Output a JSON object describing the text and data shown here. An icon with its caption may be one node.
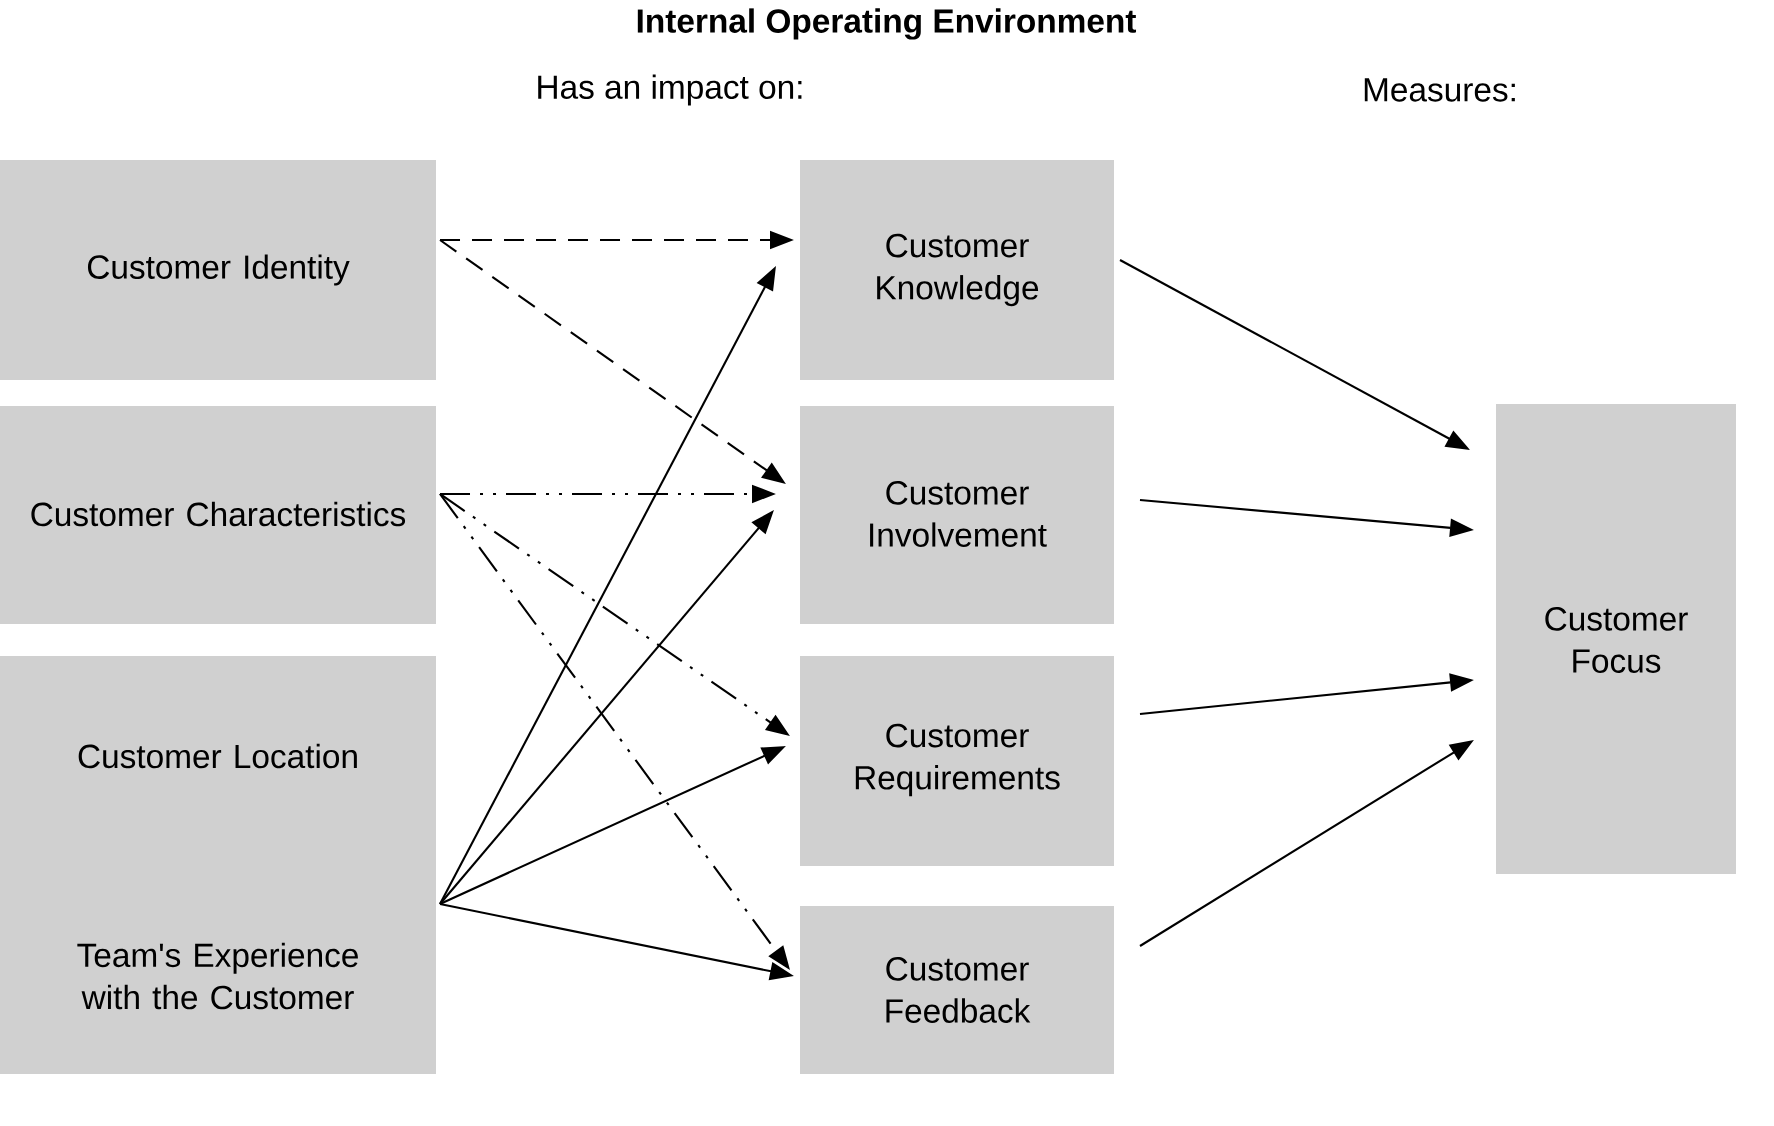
{
  "diagram": {
    "title": "Internal Operating Environment",
    "nodes": [
      {
        "text": [
          "Customer Identity"
        ]
      },
      {
        "text": [
          "Customer Characteristics"
        ]
      },
      {
        "text": [
          "Customer Location",
          "Team's Experience with the Customer"
        ]
      },
      {
        "text": [
          "Customer Knowledge"
        ]
      },
      {
        "text": [
          "Customer Involvement"
        ]
      },
      {
        "text": [
          "Customer Requirements"
        ]
      },
      {
        "text": [
          "Customer Feedback"
        ]
      },
      {
        "text": [
          "Customer Focus"
        ]
      }
    ],
    "edges": [
      {
        "from": 0,
        "to": 3,
        "arrow": "to",
        "style": "dashed"
      },
      {
        "from": 0,
        "to": 4,
        "arrow": "to",
        "style": "dashed"
      },
      {
        "from": 1,
        "to": 4,
        "arrow": "to",
        "style": "dashed"
      },
      {
        "from": 1,
        "to": 5,
        "arrow": "to",
        "style": "dashed"
      },
      {
        "from": 1,
        "to": 6,
        "arrow": "to",
        "style": "dashed"
      },
      {
        "from": 2,
        "to": 3,
        "arrow": "to"
      },
      {
        "from": 2,
        "to": 4,
        "arrow": "to"
      },
      {
        "from": 2,
        "to": 5,
        "arrow": "to"
      },
      {
        "from": 2,
        "to": 6,
        "arrow": "to"
      },
      {
        "from": 3,
        "to": 7,
        "arrow": "to"
      },
      {
        "from": 4,
        "to": 7,
        "arrow": "to"
      },
      {
        "from": 5,
        "to": 7,
        "arrow": "to"
      },
      {
        "from": 6,
        "to": 7,
        "arrow": "to"
      }
    ],
    "labels": [
      "Has an impact on:",
      "Measures:"
    ]
  }
}
